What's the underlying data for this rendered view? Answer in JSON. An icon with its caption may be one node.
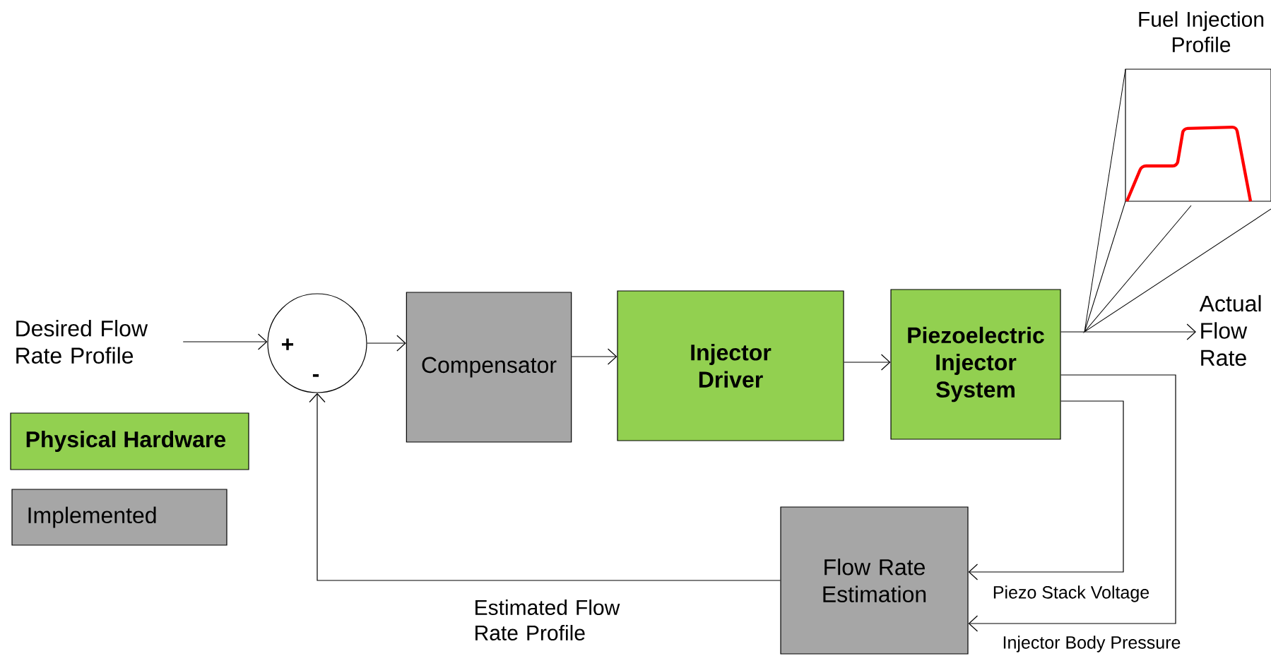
{
  "diagram": {
    "nodes": [
      {
        "text": [
          "Desired Flow Rate Profile"
        ]
      },
      {
        "text": [
          "+",
          "-"
        ]
      },
      {
        "text": [
          "Compensator"
        ]
      },
      {
        "text": [
          "Injector Driver"
        ]
      },
      {
        "text": [
          "Piezoelectric Injector System"
        ]
      },
      {
        "text": [
          "Actual Flow Rate"
        ]
      },
      {
        "text": [
          "Fuel Injection Profile"
        ]
      },
      {
        "text": [
          "Flow Rate Estimation"
        ]
      }
    ],
    "edges": [
      {
        "from": 0,
        "to": 1,
        "arrow": "to"
      },
      {
        "from": 1,
        "to": 2,
        "arrow": "to"
      },
      {
        "from": 2,
        "to": 3,
        "arrow": "to"
      },
      {
        "from": 3,
        "to": 4,
        "arrow": "to"
      },
      {
        "from": 4,
        "to": 5,
        "arrow": "to"
      },
      {
        "from": 4,
        "to": 7,
        "arrow": "to",
        "label": "Piezo Stack Voltage"
      },
      {
        "from": 4,
        "to": 7,
        "arrow": "to",
        "label": "Injector Body Pressure"
      },
      {
        "from": 7,
        "to": 1,
        "arrow": "to",
        "label": "Estimated Flow Rate Profile"
      }
    ],
    "legend": [
      {
        "text": "Physical Hardware",
        "color": "#92d050"
      },
      {
        "text": "Implemented",
        "color": "#a6a6a6"
      }
    ]
  }
}
